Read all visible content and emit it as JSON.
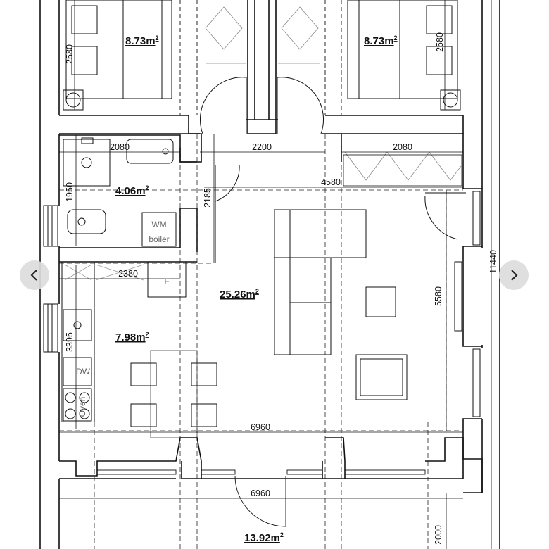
{
  "rooms": [
    {
      "id": "bedroom-left",
      "area": "8.73m",
      "unit_exp": "2"
    },
    {
      "id": "bedroom-right",
      "area": "8.73m",
      "unit_exp": "2"
    },
    {
      "id": "bathroom",
      "area": "4.06m",
      "unit_exp": "2"
    },
    {
      "id": "living",
      "area": "25.26m",
      "unit_exp": "2"
    },
    {
      "id": "kitchen",
      "area": "7.98m",
      "unit_exp": "2"
    },
    {
      "id": "terrace",
      "area": "13.92m",
      "unit_exp": "2"
    }
  ],
  "dimensions": {
    "bed_left_height": "2580",
    "bed_right_height": "2580",
    "bath_width": "2080",
    "hall_width": "2200",
    "wardrobe_width": "2080",
    "living_top_width": "4580",
    "bath_height": "1950",
    "hall_height": "2185",
    "kitchen_width": "2380",
    "living_height": "5580",
    "total_height": "11440",
    "kitchen_height": "3395",
    "bottom_width": "6960",
    "terrace_width": "6960",
    "terrace_height": "2000"
  },
  "fixtures": {
    "washing_machine": "WM",
    "boiler": "boiler",
    "fridge": "F",
    "dishwasher": "DW",
    "oven": "Oven"
  },
  "navigation": {
    "prev_icon": "chevron-left-icon",
    "next_icon": "chevron-right-icon"
  }
}
